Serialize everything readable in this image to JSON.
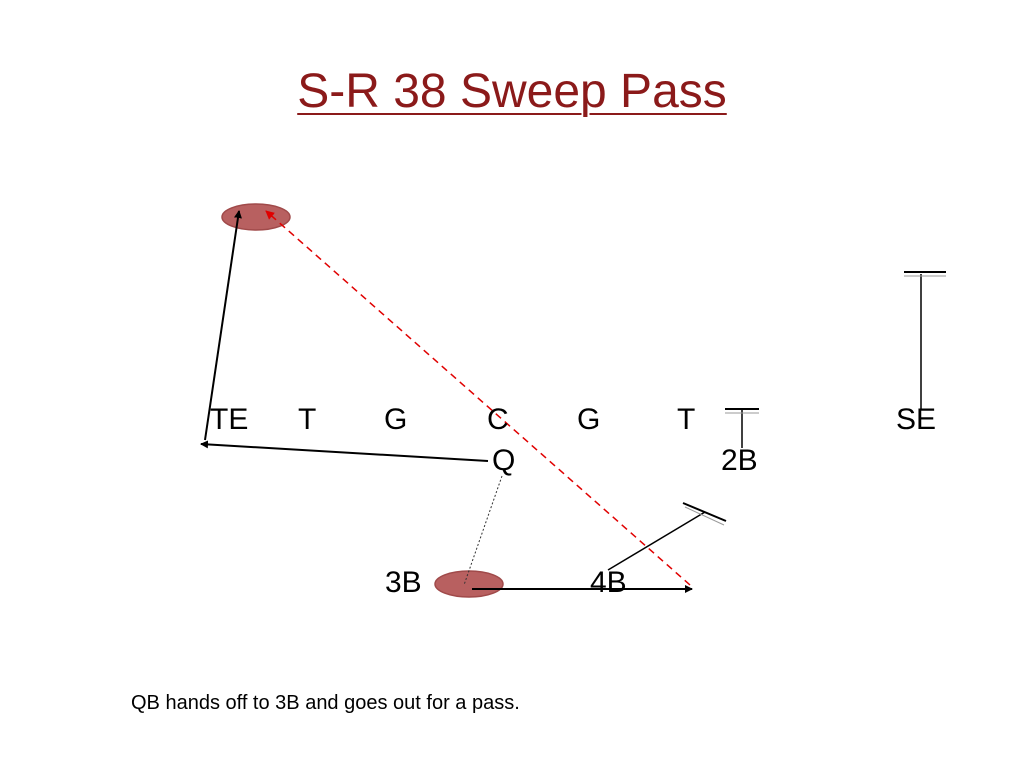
{
  "title": "S-R 38 Sweep Pass",
  "positions": {
    "te": "TE",
    "lt": "T",
    "lg": "G",
    "c": "C",
    "rg": "G",
    "rt": "T",
    "se": "SE",
    "qb": "Q",
    "b2": "2B",
    "b3": "3B",
    "b4": "4B"
  },
  "caption": "QB hands off to 3B and goes out for a pass.",
  "colors": {
    "title": "#8b1a1a",
    "zone_fill": "#b86060",
    "pass_line": "#e00000",
    "route_line": "#000000"
  }
}
